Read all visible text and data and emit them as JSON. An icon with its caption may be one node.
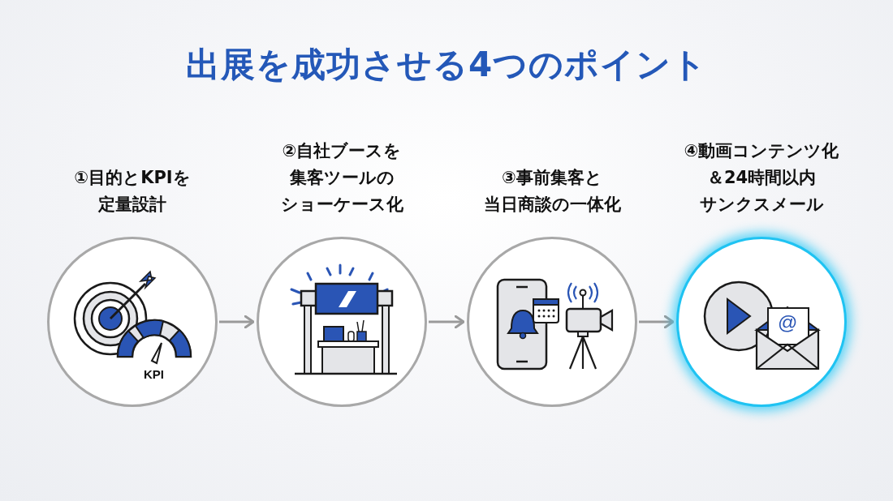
{
  "diagram": {
    "title": "出展を成功させる4つのポイント",
    "nodes": [
      {
        "text": [
          "①目的とKPIを定量設計",
          "KPI"
        ]
      },
      {
        "text": [
          "②自社ブースを集客ツールのショーケース化"
        ]
      },
      {
        "text": [
          "③事前集客と当日商談の一体化"
        ]
      },
      {
        "text": [
          "④動画コンテンツ化＆24時間以内サンクスメール",
          "@"
        ]
      }
    ],
    "edges": [
      {
        "from": 0,
        "to": 1,
        "arrow": "to"
      },
      {
        "from": 1,
        "to": 2,
        "arrow": "to"
      },
      {
        "from": 2,
        "to": 3,
        "arrow": "to"
      }
    ]
  }
}
